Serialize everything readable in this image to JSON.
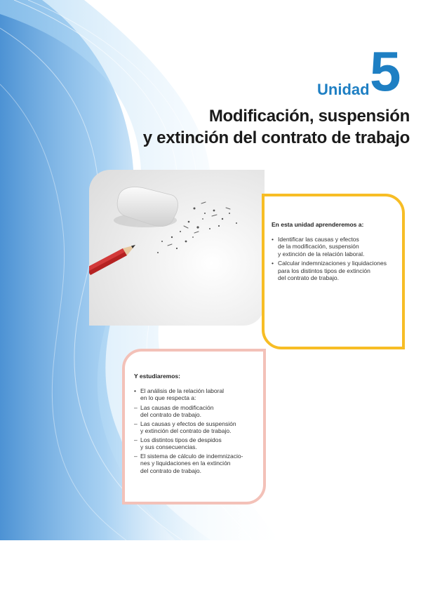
{
  "header": {
    "unit_label": "Unidad",
    "unit_number": "5",
    "title_line1": "Modificación, suspensión",
    "title_line2": "y extinción del contrato de trabajo"
  },
  "learn_box": {
    "heading": "En esta unidad aprenderemos a:",
    "items": [
      "Identificar las causas y efectos\nde la modificación, suspensión\ny extinción de la relación laboral.",
      "Calcular indemnizaciones y liquidaciones\npara los distintos tipos de extinción\ndel contrato de trabajo."
    ]
  },
  "study_box": {
    "heading": "Y estudiaremos:",
    "intro": "El análisis de la relación laboral\nen lo que respecta a:",
    "subitems": [
      "Las causas de modificación\ndel contrato de trabajo.",
      "Las causas y efectos de suspensión\ny extinción del contrato de trabajo.",
      "Los distintos tipos de despidos\ny sus consecuencias.",
      "El sistema de cálculo de indemnizacio-\nnes y liquidaciones en la extinción\ndel contrato de trabajo."
    ]
  },
  "colors": {
    "accent_blue": "#1e7fc3",
    "yellow_frame": "#f7bd25",
    "pink_frame": "#f3c1b8"
  },
  "photo": {
    "description_icon": "eraser-and-pencil-photo"
  }
}
